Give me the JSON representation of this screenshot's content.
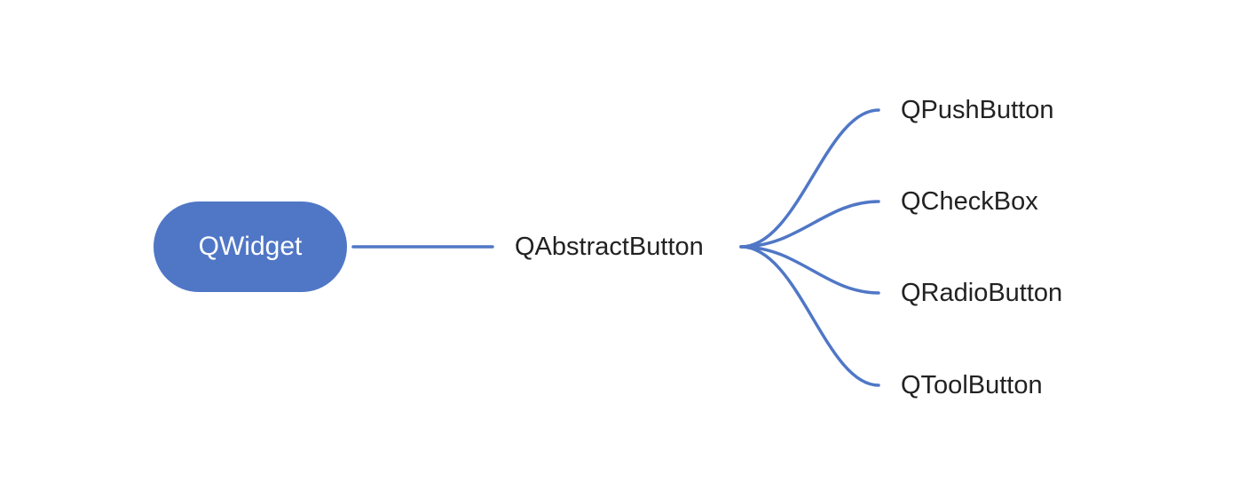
{
  "colors": {
    "accent": "#5077C6",
    "background": "#FFFFFF",
    "text": "#222222",
    "root_text": "#FFFFFF"
  },
  "mindmap": {
    "root": {
      "label": "QWidget"
    },
    "middle": {
      "label": "QAbstractButton"
    },
    "children": [
      {
        "label": "QPushButton"
      },
      {
        "label": "QCheckBox"
      },
      {
        "label": "QRadioButton"
      },
      {
        "label": "QToolButton"
      }
    ]
  }
}
